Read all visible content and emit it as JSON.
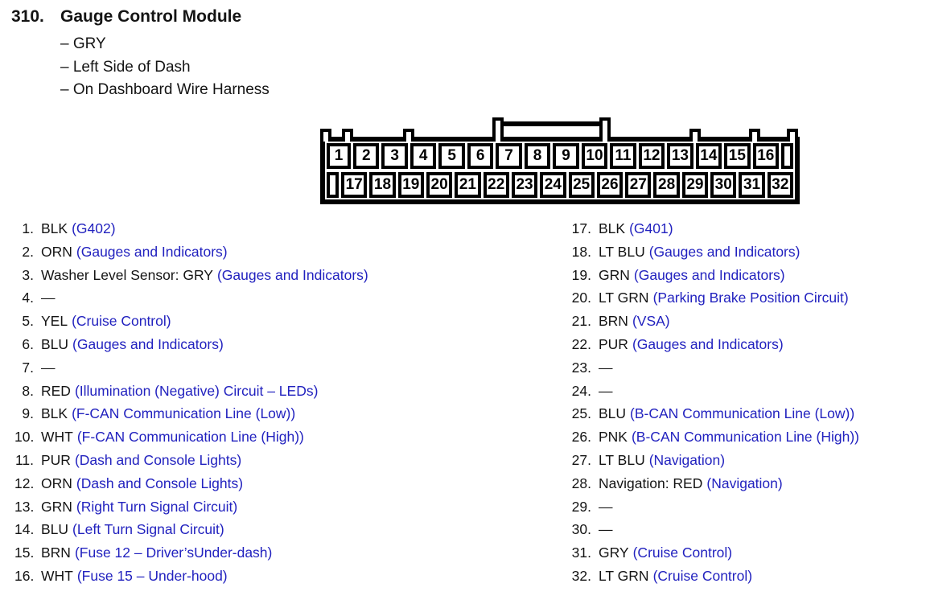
{
  "page": {
    "section_number": "310.",
    "title": "Gauge Control Module",
    "details": [
      "– GRY",
      "– Left Side of Dash",
      "– On Dashboard Wire Harness"
    ]
  },
  "connector": {
    "top_row": [
      "1",
      "2",
      "3",
      "4",
      "5",
      "6",
      "7",
      "8",
      "9",
      "10",
      "11",
      "12",
      "13",
      "14",
      "15",
      "16"
    ],
    "bottom_row": [
      "17",
      "18",
      "19",
      "20",
      "21",
      "22",
      "23",
      "24",
      "25",
      "26",
      "27",
      "28",
      "29",
      "30",
      "31",
      "32"
    ]
  },
  "pins": {
    "left": [
      {
        "num": "1.",
        "label": "BLK",
        "circuit": "(G402)"
      },
      {
        "num": "2.",
        "label": "ORN",
        "circuit": "(Gauges and Indicators)"
      },
      {
        "num": "3.",
        "label": "Washer Level Sensor: GRY",
        "circuit": "(Gauges and Indicators)"
      },
      {
        "num": "4.",
        "label": "—",
        "circuit": ""
      },
      {
        "num": "5.",
        "label": "YEL",
        "circuit": "(Cruise Control)"
      },
      {
        "num": "6.",
        "label": "BLU",
        "circuit": "(Gauges and Indicators)"
      },
      {
        "num": "7.",
        "label": "—",
        "circuit": ""
      },
      {
        "num": "8.",
        "label": "RED",
        "circuit": "(Illumination (Negative) Circuit – LEDs)"
      },
      {
        "num": "9.",
        "label": "BLK",
        "circuit": "(F-CAN Communication Line (Low))"
      },
      {
        "num": "10.",
        "label": "WHT",
        "circuit": "(F-CAN Communication Line (High))"
      },
      {
        "num": "11.",
        "label": "PUR",
        "circuit": "(Dash and Console Lights)"
      },
      {
        "num": "12.",
        "label": "ORN",
        "circuit": "(Dash and Console Lights)"
      },
      {
        "num": "13.",
        "label": "GRN",
        "circuit": "(Right Turn Signal Circuit)"
      },
      {
        "num": "14.",
        "label": "BLU",
        "circuit": "(Left Turn Signal Circuit)"
      },
      {
        "num": "15.",
        "label": "BRN",
        "circuit": "(Fuse 12 – Driver’sUnder-dash)"
      },
      {
        "num": "16.",
        "label": "WHT",
        "circuit": "(Fuse 15 – Under-hood)"
      }
    ],
    "right": [
      {
        "num": "17.",
        "label": "BLK",
        "circuit": "(G401)"
      },
      {
        "num": "18.",
        "label": "LT BLU",
        "circuit": "(Gauges and Indicators)"
      },
      {
        "num": "19.",
        "label": "GRN",
        "circuit": "(Gauges and Indicators)"
      },
      {
        "num": "20.",
        "label": "LT GRN",
        "circuit": "(Parking Brake Position Circuit)"
      },
      {
        "num": "21.",
        "label": "BRN",
        "circuit": "(VSA)"
      },
      {
        "num": "22.",
        "label": "PUR",
        "circuit": "(Gauges and Indicators)"
      },
      {
        "num": "23.",
        "label": "—",
        "circuit": ""
      },
      {
        "num": "24.",
        "label": "—",
        "circuit": ""
      },
      {
        "num": "25.",
        "label": "BLU",
        "circuit": "(B-CAN Communication Line (Low))"
      },
      {
        "num": "26.",
        "label": "PNK",
        "circuit": "(B-CAN Communication Line (High))"
      },
      {
        "num": "27.",
        "label": "LT BLU",
        "circuit": "(Navigation)"
      },
      {
        "num": "28.",
        "label": "Navigation: RED",
        "circuit": "(Navigation)"
      },
      {
        "num": "29.",
        "label": "—",
        "circuit": ""
      },
      {
        "num": "30.",
        "label": "—",
        "circuit": ""
      },
      {
        "num": "31.",
        "label": "GRY",
        "circuit": "(Cruise Control)"
      },
      {
        "num": "32.",
        "label": "LT GRN",
        "circuit": "(Cruise Control)"
      }
    ]
  },
  "colors": {
    "circuit_blue": "#2222bf",
    "text_black": "#141414"
  }
}
